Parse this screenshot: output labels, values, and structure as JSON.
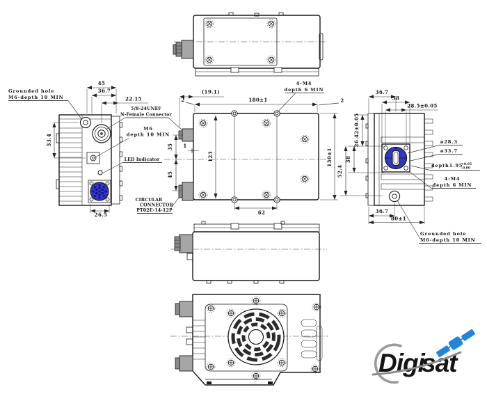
{
  "drawing": {
    "left_view": {
      "note_grounded_line1": "Grounded hole",
      "note_grounded_line2": "M6-depth 10 MIN",
      "dim_45": "45",
      "dim_36_7": "36.7",
      "dim_22_15": "22.15",
      "dim_53_4": "53.4",
      "dim_26_5": "26.5"
    },
    "callouts": {
      "unef_line1": "5/8-24UNEF",
      "unef_line2": "N-Female Connector",
      "m6_line1": "M6",
      "m6_line2": "depth 10 MIN",
      "led": "LED Indicator",
      "circ_line1": "CIRCULAR",
      "circ_line2": "CONNECTOR",
      "circ_line3": "PT02E-14-12P"
    },
    "plan_view": {
      "dim_19_1": "(19.1)",
      "dim_2_left": "2",
      "dim_180": "180±1",
      "dim_2_right": "2",
      "note_m4_line1": "4-M4",
      "note_m4_line2": "depth 6 MIN",
      "dim_35": "35",
      "dim_1": "1",
      "dim_45": "45",
      "dim_123": "123",
      "dim_130": "130±1",
      "dim_62": "62"
    },
    "right_view": {
      "dim_36_7_top": "36.7",
      "dim_38_top": "38",
      "dim_28_5": "28.5±0.05",
      "dim_26_42": "26.42±0.05",
      "dim_38_left": "38",
      "dim_52_4": "52.4",
      "note_dia_28_3": "ø28.3",
      "note_dia_33_7": "ø33.7",
      "note_depth": "depth1.95",
      "note_depth_tol_top": "+0.05",
      "note_depth_tol_bot": "-0.00",
      "note_m4_line1": "4-M4",
      "note_m4_line2": "depth 6 MIN",
      "dim_36_7_bot": "36.7",
      "dim_80": "80±1",
      "note_grounded_line1": "Grounded hole",
      "note_grounded_line2": "M6-depth 10 MIN"
    },
    "logo": {
      "digi": "Digi",
      "sat": "sat"
    }
  },
  "colors": {
    "line": "#1a1a1a",
    "connector_blue": "#2f36c8",
    "pin_blue": "#10147e",
    "stub_gray": "#a6a6a6",
    "logo_black": "#0a0a0a",
    "logo_blue": "#1b7fd6",
    "swoosh_gray": "#8c8c8c"
  }
}
